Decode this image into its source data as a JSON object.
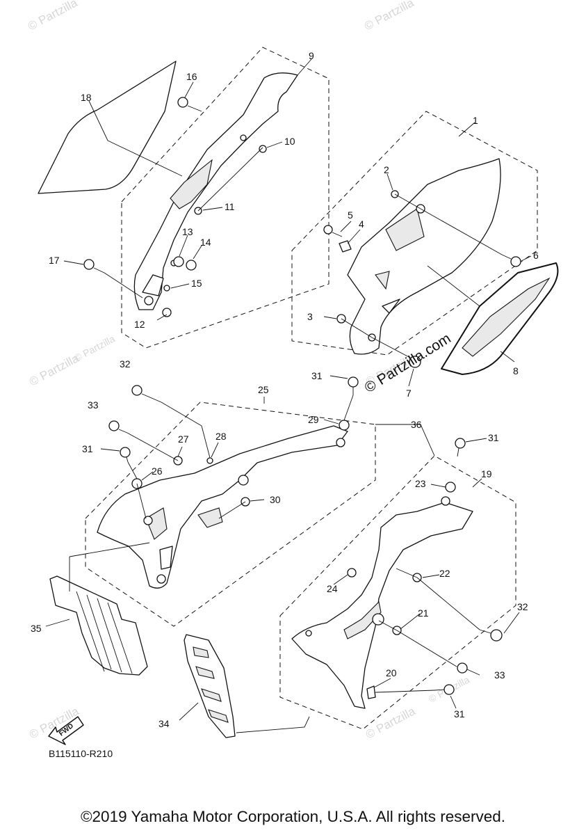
{
  "watermarks": {
    "brand": "© Partzilla",
    "center": "© Partzilla.com"
  },
  "diagram": {
    "code": "B115110-R210",
    "fwd_label": "FWD"
  },
  "callouts": [
    "1",
    "2",
    "3",
    "4",
    "5",
    "6",
    "7",
    "8",
    "9",
    "10",
    "11",
    "12",
    "13",
    "14",
    "15",
    "16",
    "17",
    "18",
    "19",
    "20",
    "21",
    "22",
    "23",
    "24",
    "25",
    "26",
    "27",
    "28",
    "29",
    "30",
    "31",
    "31",
    "31",
    "31",
    "32",
    "32",
    "33",
    "33",
    "34",
    "35",
    "36"
  ],
  "copyright": "©2019 Yamaha Motor Corporation, U.S.A. All rights reserved."
}
